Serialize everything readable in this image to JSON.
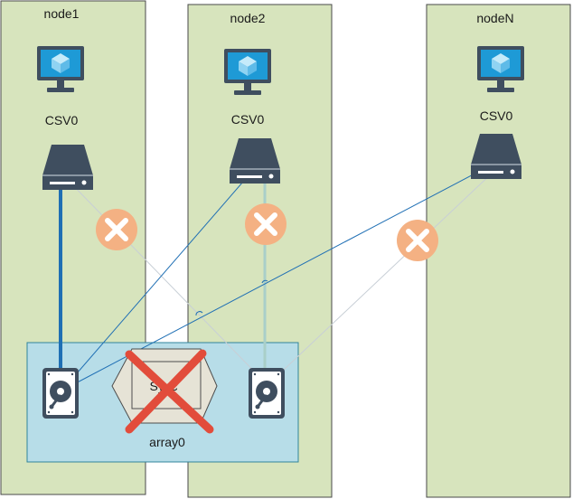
{
  "nodes": [
    {
      "label": "node1",
      "csv_label": "CSV0"
    },
    {
      "label": "node2",
      "csv_label": "CSV0"
    },
    {
      "label": "nodeN",
      "csv_label": "CSV0"
    }
  ],
  "array": {
    "label": "array0",
    "sync_label": "Sync"
  },
  "colors": {
    "node_fill": "#d7e4bd",
    "node_stroke": "#4a4a4a",
    "array_fill": "#b7dde8",
    "array_stroke": "#31859c",
    "link_active": "#1f6fb4",
    "link_faint": "#c8cfd6",
    "link_faint_teal": "#a9cfc9",
    "error_badge": "#f4b183",
    "cross_out": "#e24c3b",
    "device_dark": "#3f4e5f",
    "monitor_blue": "#1e9ad6"
  },
  "icons": {
    "vm": "vm-monitor-icon",
    "csv": "csv-drive-icon",
    "disk": "hard-disk-icon",
    "error": "error-x-icon",
    "sync": "sync-arrows-icon",
    "crossout": "cross-out-icon"
  }
}
